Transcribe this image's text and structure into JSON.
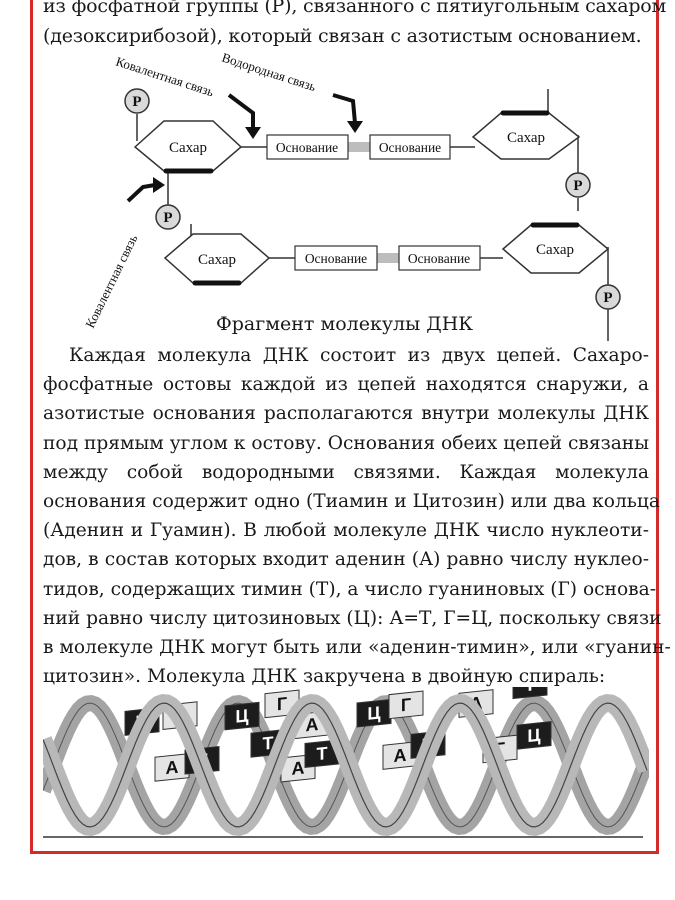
{
  "intro": {
    "lines": [
      "из фосфатной группы (P), связанного с пятиугольным сахаром",
      "(дезоксирибозой), который связан с азотистым основанием."
    ]
  },
  "diagram": {
    "covalent_bond_top": "Ковалентная связь",
    "hydrogen_bond": "Водородная связь",
    "covalent_bond_left": "Ковалентная связь",
    "phosphate": "P",
    "sugar": "Сахар",
    "base": "Основание",
    "caption": "Фрагмент молекулы ДНК"
  },
  "body": {
    "lines": [
      "Каждая молекула ДНК состоит из двух цепей. Сахаро-",
      "фосфатные остовы каждой из цепей находятся снаружи, а",
      "азотистые основания располагаются внутри молекулы ДНК",
      "под прямым углом к остову. Основания обеих цепей связаны",
      "между собой водородными связями. Каждая молекула",
      "основания содержит одно (Тиамин и Цитозин) или два кольца",
      "(Аденин и Гуамин). В любой молекуле ДНК число нуклеоти-",
      "дов, в состав которых входит аденин (А) равно числу нуклео-",
      "тидов, содержащих тимин (Т), а число гуаниновых (Г) основа-",
      "ний равно числу цитозиновых (Ц): А=Т, Г=Ц, поскольку связи",
      "в молекуле ДНК могут быть или «аденин-тимин», или «гуанин-",
      "цитозин». Молекула ДНК закручена в двойную спираль:"
    ]
  },
  "helix": {
    "top_row": [
      "Ц",
      "Г",
      "Ц",
      "Г",
      "А",
      "Ц",
      "Г",
      "А",
      "Т"
    ],
    "bottom_row": [
      "А",
      "Т",
      "Т",
      "А",
      "Т",
      "А",
      "Т",
      "Г",
      "Ц"
    ]
  },
  "colors": {
    "frame": "#d42a2a",
    "dark_base": "#1c1c1c",
    "light_base": "#e4e4e4",
    "strand": "#9a9a9a"
  }
}
